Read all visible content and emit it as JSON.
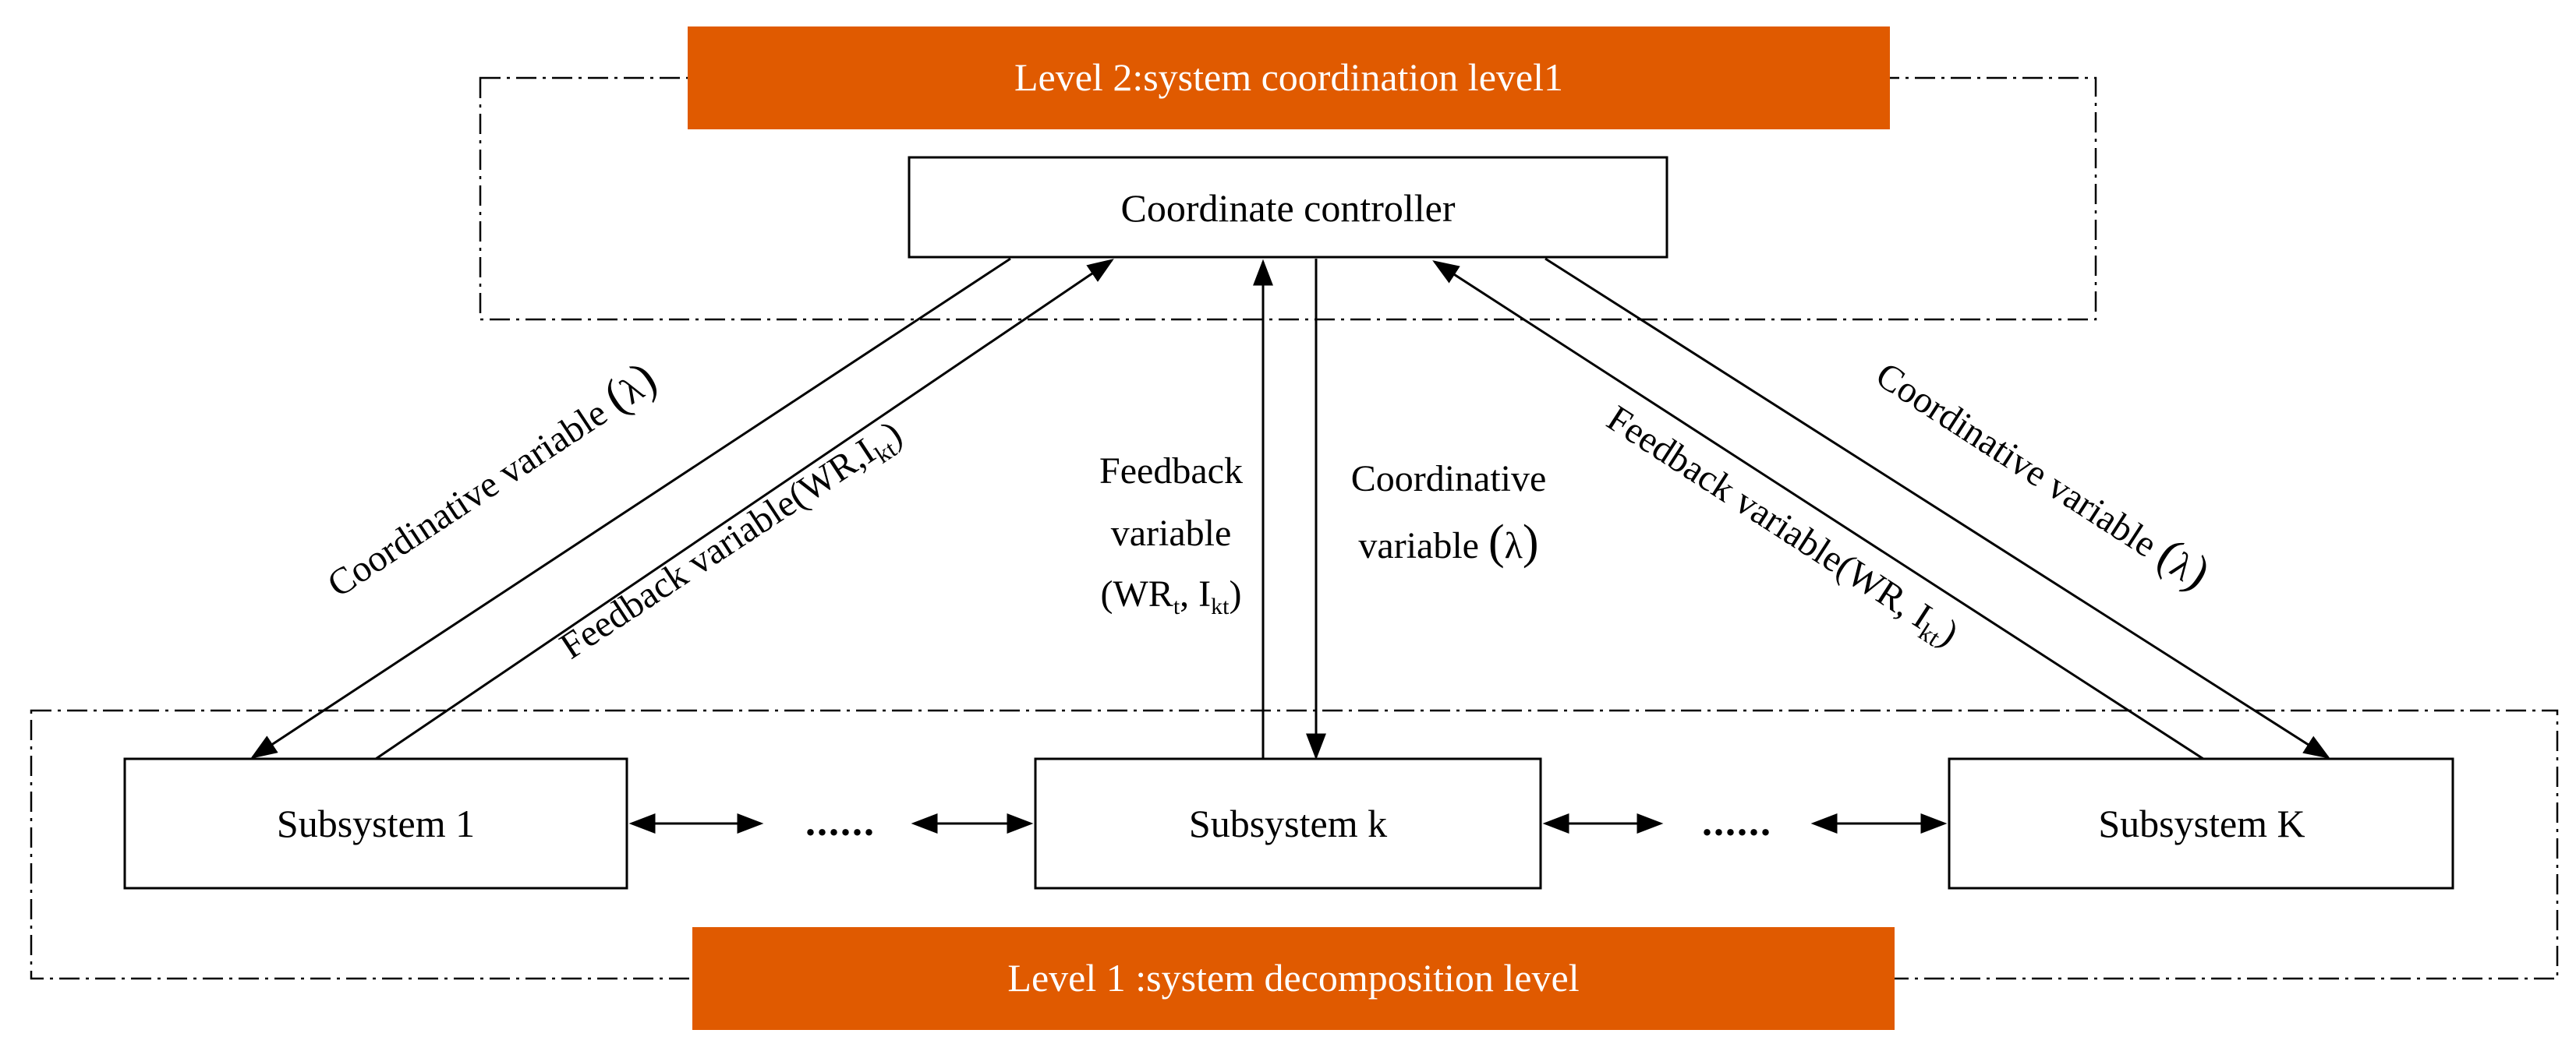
{
  "colors": {
    "banner_fill": "#E05A00",
    "banner_text": "#ffffff",
    "line": "#000000",
    "background": "#ffffff"
  },
  "levels": {
    "top": "Level 2:system coordination level1",
    "bottom": "Level 1 :system decomposition level"
  },
  "nodes": {
    "controller": "Coordinate controller",
    "subsystem_1": "Subsystem 1",
    "subsystem_k": "Subsystem k",
    "subsystem_K": "Subsystem K",
    "ellipsis_left": "......",
    "ellipsis_right": "......"
  },
  "edges": {
    "left_down": {
      "text": "Coordinative variable ",
      "symbol": "λ"
    },
    "left_up": {
      "prefix": "Feedback variable(WR,I",
      "sub": "kt",
      "suffix": ")"
    },
    "center_up": {
      "line1": "Feedback",
      "line2": "variable",
      "line3_a": "(WR",
      "line3_sub1": "t",
      "line3_b": ", I",
      "line3_sub2": "kt",
      "line3_c": ")"
    },
    "center_down": {
      "line1": "Coordinative",
      "line2": "variable ",
      "symbol": "λ"
    },
    "right_up": {
      "prefix": "Feedback variable(WR, I",
      "sub": "kt",
      "suffix": ")"
    },
    "right_down": {
      "text": "Coordinative variable ",
      "symbol": "λ"
    }
  }
}
